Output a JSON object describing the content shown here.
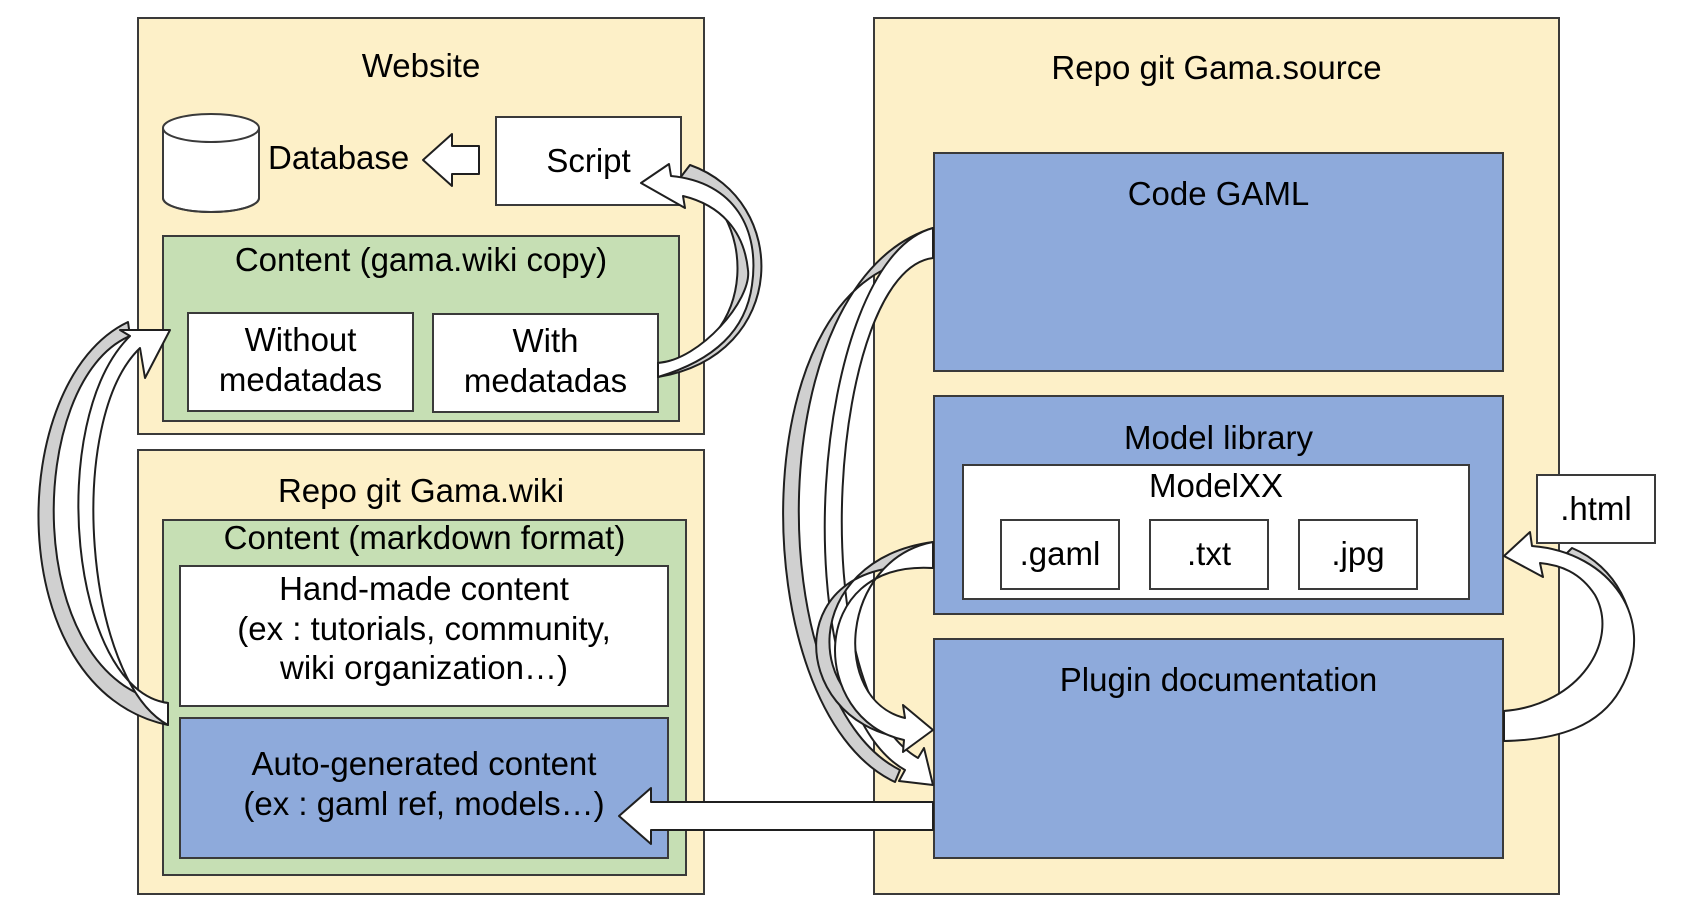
{
  "website": {
    "title": "Website",
    "database_label": "Database",
    "script_label": "Script",
    "content_title": "Content (gama.wiki copy)",
    "without_metadata": "Without\nmedatadas",
    "with_metadata": "With\nmedatadas"
  },
  "wiki_repo": {
    "title": "Repo git Gama.wiki",
    "content_title": "Content (markdown format)",
    "handmade": "Hand-made content\n(ex : tutorials, community,\nwiki organization…)",
    "autogen": "Auto-generated content\n(ex : gaml ref, models…)"
  },
  "source_repo": {
    "title": "Repo git Gama.source",
    "code_gaml": "Code GAML",
    "model_library": "Model library",
    "model_name": "ModelXX",
    "files": [
      ".gaml",
      ".txt",
      ".jpg"
    ],
    "plugin_doc": "Plugin documentation"
  },
  "html_tag": ".html",
  "colors": {
    "yellow": "#fdf0c8",
    "green": "#c6dfb4",
    "blue": "#8eaadb",
    "border": "#3a3a3a",
    "arrow_gray": "#d0d0d0"
  }
}
